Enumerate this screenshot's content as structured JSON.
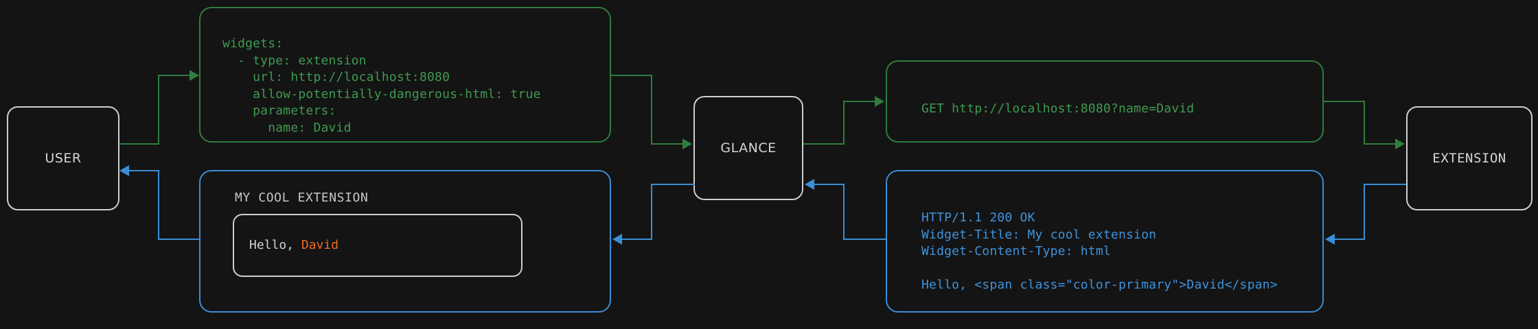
{
  "diagram": {
    "background_color": "#141414",
    "request_color": "#2f7d3f",
    "response_color": "#3b8ed8",
    "node_color": "#cfcfcf",
    "accent_color": "#f26a21"
  },
  "nodes": {
    "user": "USER",
    "glance": "GLANCE",
    "extension": "EXTENSION"
  },
  "panels": {
    "yaml_config": "widgets:\n  - type: extension\n    url: http://localhost:8080\n    allow-potentially-dangerous-html: true\n    parameters:\n      name: David",
    "http_request": "GET http://localhost:8080?name=David",
    "http_response": "HTTP/1.1 200 OK\nWidget-Title: My cool extension\nWidget-Content-Type: html\n\nHello, <span class=\"color-primary\">David</span>",
    "widget": {
      "title": "MY COOL EXTENSION",
      "greeting_prefix": "Hello, ",
      "greeting_name": "David"
    }
  }
}
